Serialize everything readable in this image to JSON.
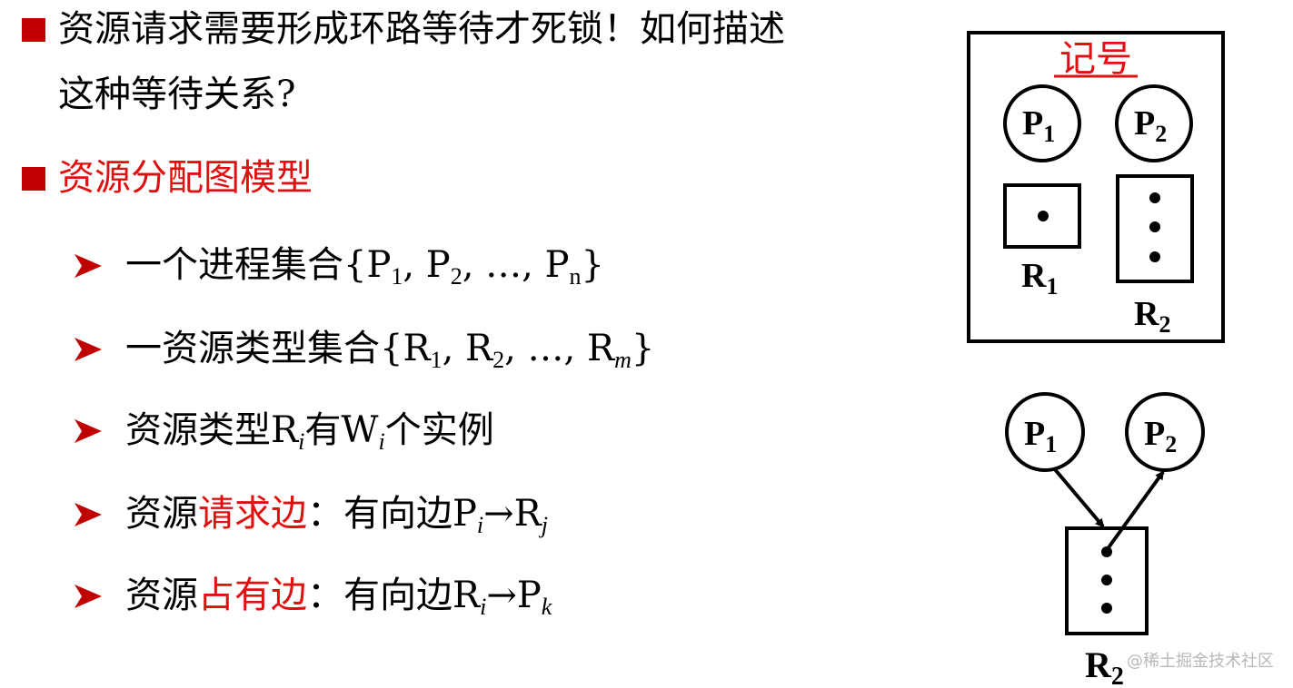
{
  "bullets": {
    "b1_line1": "资源请求需要形成环路等待才死锁！如何描述",
    "b1_line2": "这种等待关系?",
    "b2": "资源分配图模型"
  },
  "items": {
    "i1_prefix": "一个进程集合{P",
    "i1_mid1": ", P",
    "i1_mid2": ", …, P",
    "i1_suffix": "}",
    "i2_prefix": "一资源类型集合{R",
    "i2_mid1": ", R",
    "i2_mid2": ", …, R",
    "i2_suffix": "}",
    "i3_prefix": "资源类型R",
    "i3_mid": "有W",
    "i3_suffix": "个实例",
    "i4_prefix": "资源",
    "i4_red": "请求边",
    "i4_text": "：有向边P",
    "i4_arrow": "→R",
    "i5_prefix": "资源",
    "i5_red": "占有边",
    "i5_text": "：有向边R",
    "i5_arrow": "→P"
  },
  "subscripts": {
    "one": "1",
    "two": "2",
    "n": "n",
    "m": "m",
    "i": "i",
    "j": "j",
    "k": "k"
  },
  "legend": {
    "title": "记号",
    "p1": "P",
    "p2": "P",
    "r1": "R",
    "r2": "R",
    "sub1": "1",
    "sub2": "2"
  },
  "graph": {
    "p1": "P",
    "p2": "P",
    "r2": "R",
    "sub1": "1",
    "sub2": "2"
  },
  "watermark": "@稀土掘金技术社区",
  "colors": {
    "bullet_square": "#c00000",
    "highlight_text": "#e01010",
    "arrow_bullet": "#c00000"
  }
}
